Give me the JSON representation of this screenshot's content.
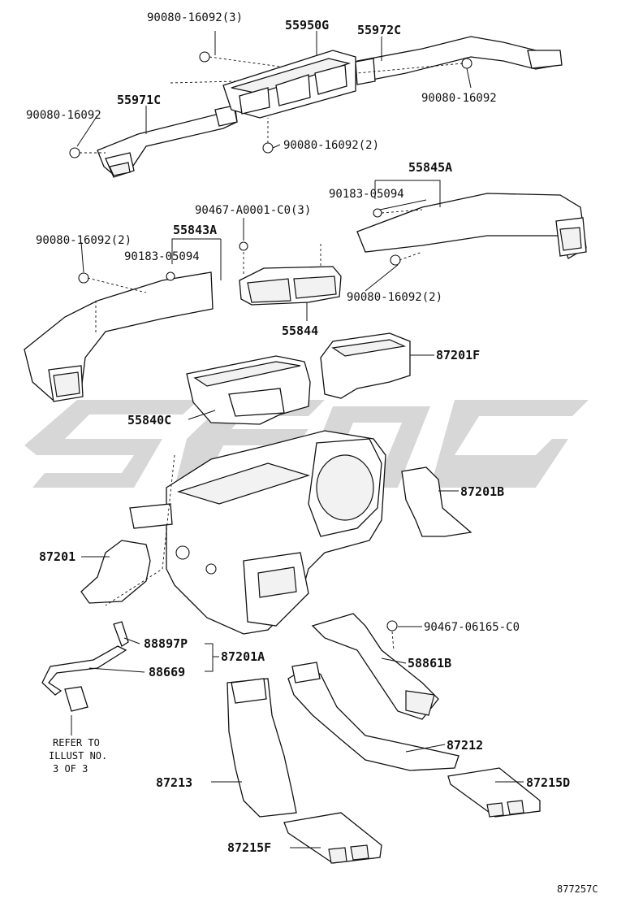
{
  "labels": {
    "l_90080_16092_3": "90080-16092(3)",
    "l_55950G": "55950G",
    "l_55972C": "55972C",
    "l_90080_16092_a": "90080-16092",
    "l_55971C": "55971C",
    "l_90080_16092_b": "90080-16092",
    "l_90080_16092_2_a": "90080-16092(2)",
    "l_55845A": "55845A",
    "l_90183_05094_a": "90183-05094",
    "l_90467_A0001_C0_3": "90467-A0001-C0(3)",
    "l_55843A": "55843A",
    "l_90080_16092_2_b": "90080-16092(2)",
    "l_90183_05094_b": "90183-05094",
    "l_90080_16092_2_c": "90080-16092(2)",
    "l_55844": "55844",
    "l_87201F": "87201F",
    "l_55840C": "55840C",
    "l_87201B": "87201B",
    "l_87201": "87201",
    "l_88897P": "88897P",
    "l_87201A": "87201A",
    "l_88669": "88669",
    "l_90467_06165_C0": "90467-06165-C0",
    "l_58861B": "58861B",
    "l_87212": "87212",
    "l_87213": "87213",
    "l_87215D": "87215D",
    "l_87215F": "87215F"
  },
  "note": {
    "line1": "REFER TO",
    "line2": "ILLUST NO.",
    "line3": "3 OF 3"
  },
  "figure_ref": "877257C"
}
